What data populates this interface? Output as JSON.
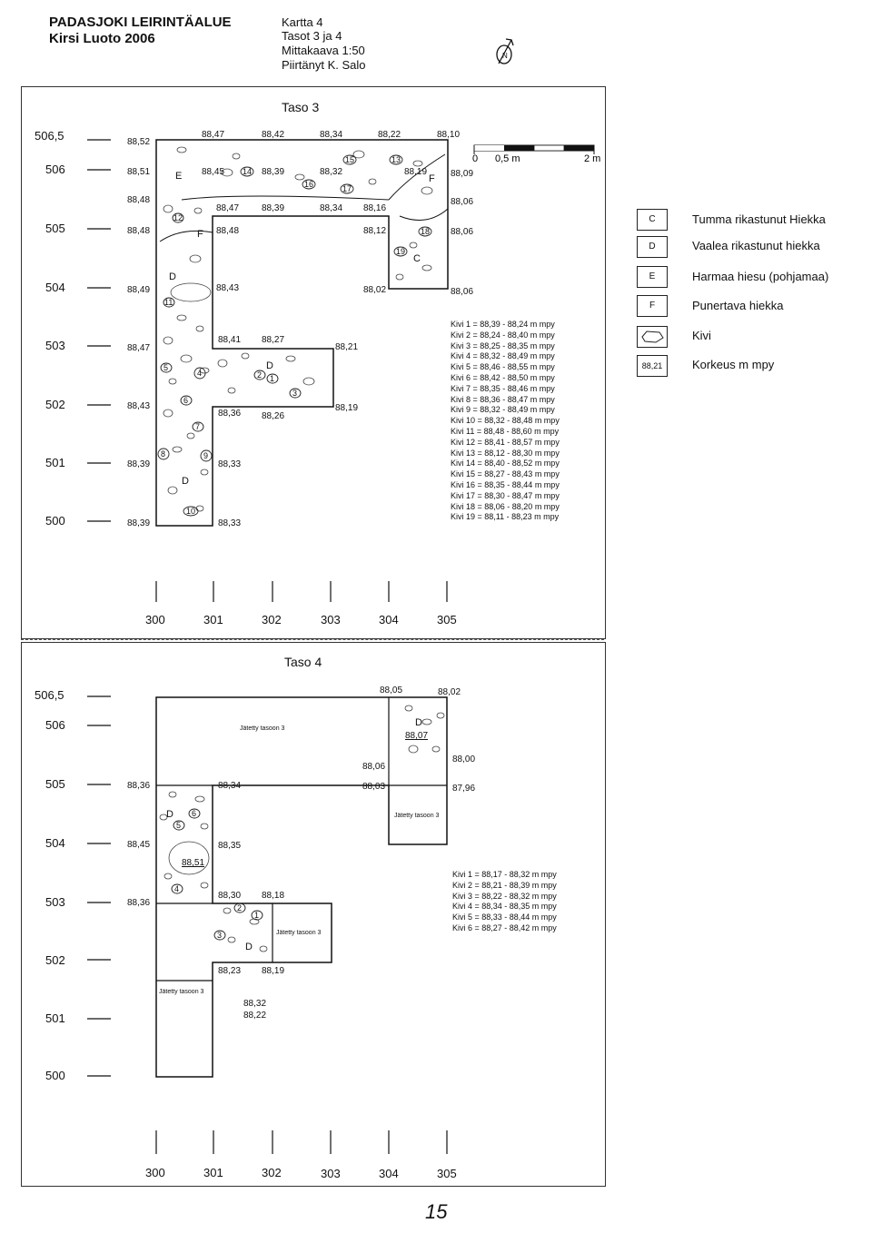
{
  "header": {
    "site_line1": "PADASJOKI LEIRINTÄALUE",
    "site_line2": "Kirsi Luoto 2006",
    "map_no": "Kartta 4",
    "levels": "Tasot 3 ja 4",
    "scale": "Mittakaava 1:50",
    "drawn_by": "Piirtänyt K. Salo"
  },
  "north_arrow": "north-arrow-icon",
  "page_number": "15",
  "scale_bar": {
    "labels": [
      "0",
      "0,5 m",
      "2 m"
    ]
  },
  "legend": [
    {
      "key": "C",
      "label": "Tumma rikastunut Hiekka"
    },
    {
      "key": "D",
      "label": "Vaalea rikastunut hiekka"
    },
    {
      "key": "E",
      "label": "Harmaa hiesu (pohjamaa)"
    },
    {
      "key": "F",
      "label": "Punertava hiekka"
    },
    {
      "key": "",
      "label": "Kivi"
    },
    {
      "key": "88,21",
      "label": "Korkeus m mpy"
    }
  ],
  "taso3": {
    "title": "Taso 3",
    "y_labels": [
      "506,5",
      "506",
      "505",
      "504",
      "503",
      "502",
      "501",
      "500"
    ],
    "x_labels": [
      "300",
      "301",
      "302",
      "303",
      "304",
      "305"
    ],
    "heights": {
      "h1": "88,52",
      "h2": "88,47",
      "h3": "88,42",
      "h4": "88,34",
      "h5": "88,22",
      "h6": "88,10",
      "h7": "88,51",
      "h8": "88,45",
      "h9": "88,39",
      "h10": "88,32",
      "h11": "88,19",
      "h12": "88,09",
      "h13": "88,48",
      "h14": "88,47",
      "h15": "88,39",
      "h16": "88,34",
      "h17": "88,16",
      "h18": "88,06",
      "h19": "88,48",
      "h20": "88,48",
      "h21": "88,12",
      "h22": "88,06",
      "h23": "88,49",
      "h24": "88,43",
      "h25": "88,02",
      "h26": "88,06",
      "h27": "88,47",
      "h28": "88,41",
      "h29": "88,27",
      "h30": "88,21",
      "h31": "88,43",
      "h32": "88,36",
      "h33": "88,26",
      "h34": "88,19",
      "h35": "88,39",
      "h36": "88,33",
      "h37": "88,39",
      "h38": "88,33"
    },
    "letters": {
      "e": "E",
      "f1": "F",
      "f2": "F",
      "c": "C",
      "d1": "D",
      "d2": "D",
      "d3": "D"
    },
    "stones": [
      "1",
      "2",
      "3",
      "4",
      "5",
      "6",
      "7",
      "8",
      "9",
      "10",
      "11",
      "12",
      "13",
      "14",
      "15",
      "16",
      "17",
      "18",
      "19"
    ],
    "kivi_list": [
      "Kivi 1 = 88,39 - 88,24 m mpy",
      "Kivi 2 = 88,24 - 88,40 m mpy",
      "Kivi 3 = 88,25 - 88,35 m mpy",
      "Kivi 4 = 88,32 - 88,49 m mpy",
      "Kivi 5 = 88,46 - 88,55 m mpy",
      "Kivi 6 = 88,42 - 88,50 m mpy",
      "Kivi 7 = 88,35 - 88,46 m mpy",
      "Kivi 8 = 88,36 - 88,47 m mpy",
      "Kivi 9 = 88,32 - 88,49 m mpy",
      "Kivi 10 = 88,32 - 88,48 m mpy",
      "Kivi 11 = 88,48 - 88,60 m mpy",
      "Kivi 12 = 88,41 - 88,57 m mpy",
      "Kivi 13 = 88,12 - 88,30 m mpy",
      "Kivi 14 = 88,40 - 88,52 m mpy",
      "Kivi 15 = 88,27 - 88,43 m mpy",
      "Kivi 16 = 88,35 - 88,44 m mpy",
      "Kivi 17 = 88,30 - 88,47 m mpy",
      "Kivi 18 = 88,06 - 88,20 m mpy",
      "Kivi 19 = 88,11 - 88,23 m mpy"
    ]
  },
  "taso4": {
    "title": "Taso 4",
    "y_labels": [
      "506,5",
      "506",
      "505",
      "504",
      "503",
      "502",
      "501",
      "500"
    ],
    "x_labels": [
      "300",
      "301",
      "302",
      "303",
      "304",
      "305"
    ],
    "heights": {
      "h1": "88,05",
      "h2": "88,02",
      "h3": "88,07",
      "h4": "88,00",
      "h5": "88,06",
      "h6": "88,36",
      "h7": "88,34",
      "h8": "88,03",
      "h9": "87,96",
      "h10": "88,45",
      "h11": "88,35",
      "h12": "88,51",
      "h13": "88,36",
      "h14": "88,30",
      "h15": "88,18",
      "h16": "88,23",
      "h17": "88,19",
      "h18": "88,32",
      "h19": "88,22"
    },
    "letters": {
      "d1": "D",
      "d2": "D",
      "d3": "D"
    },
    "jatetty": "Jätetty tasoon 3",
    "stones": [
      "1",
      "2",
      "3",
      "4",
      "5",
      "6"
    ],
    "kivi_list": [
      "Kivi 1 = 88,17 - 88,32 m mpy",
      "Kivi 2 = 88,21 - 88,39 m mpy",
      "Kivi 3 = 88,22 - 88,32 m mpy",
      "Kivi 4 = 88,34 - 88,35 m mpy",
      "Kivi 5 = 88,33 - 88,44 m mpy",
      "Kivi 6 = 88,27 - 88,42 m mpy"
    ]
  }
}
